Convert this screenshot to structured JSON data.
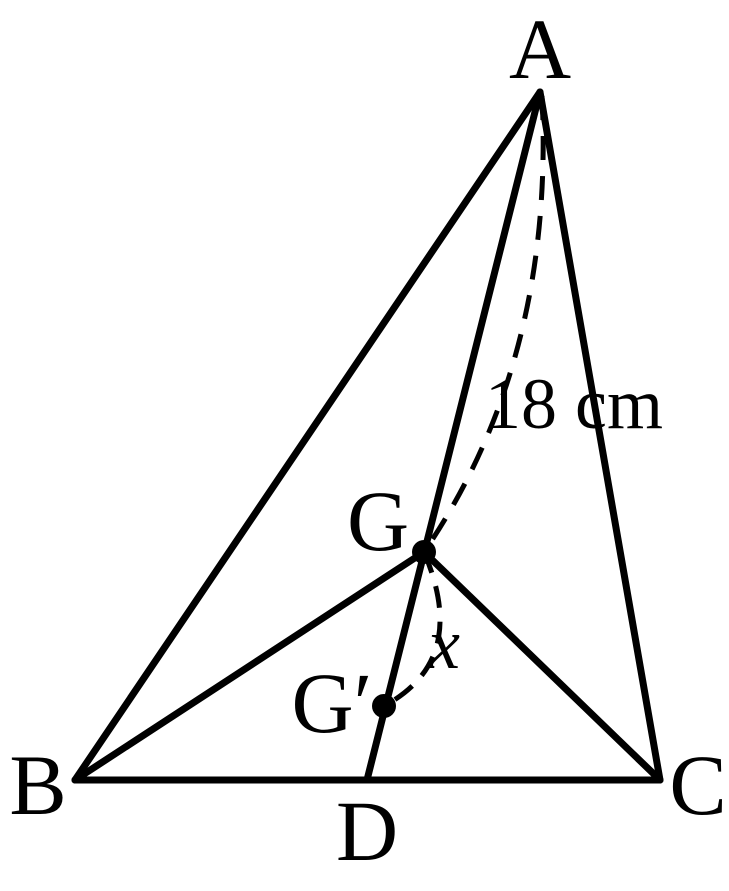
{
  "diagram": {
    "points": {
      "A": "A",
      "B": "B",
      "C": "C",
      "D": "D",
      "G": "G",
      "G_prime": "G′"
    },
    "length_label": "18 cm",
    "unknown_label": "x",
    "colors": {
      "stroke": "#000000",
      "background": "#ffffff"
    }
  }
}
